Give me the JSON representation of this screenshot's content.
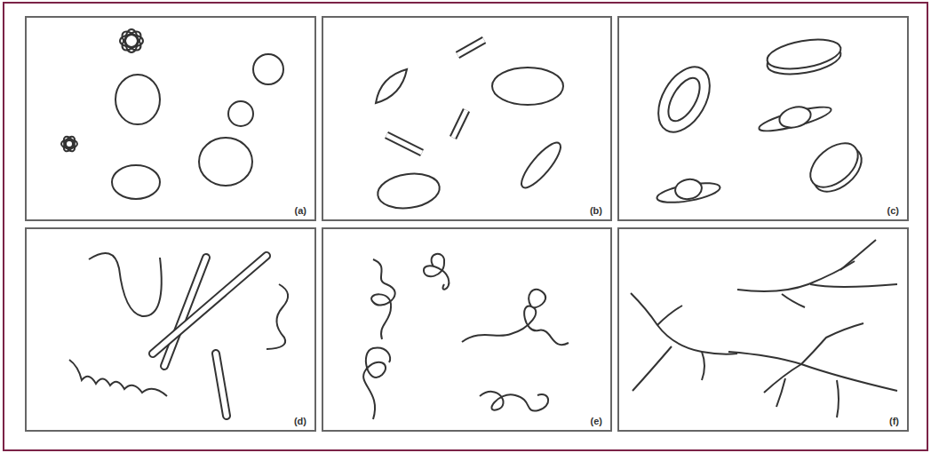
{
  "diagram": {
    "nodes": [
      {
        "text": [
          "(a)"
        ]
      },
      {
        "text": [
          "(b)"
        ]
      },
      {
        "text": [
          "(c)"
        ]
      },
      {
        "text": [
          "(d)"
        ]
      },
      {
        "text": [
          "(e)"
        ]
      },
      {
        "text": [
          "(f)"
        ]
      }
    ]
  }
}
